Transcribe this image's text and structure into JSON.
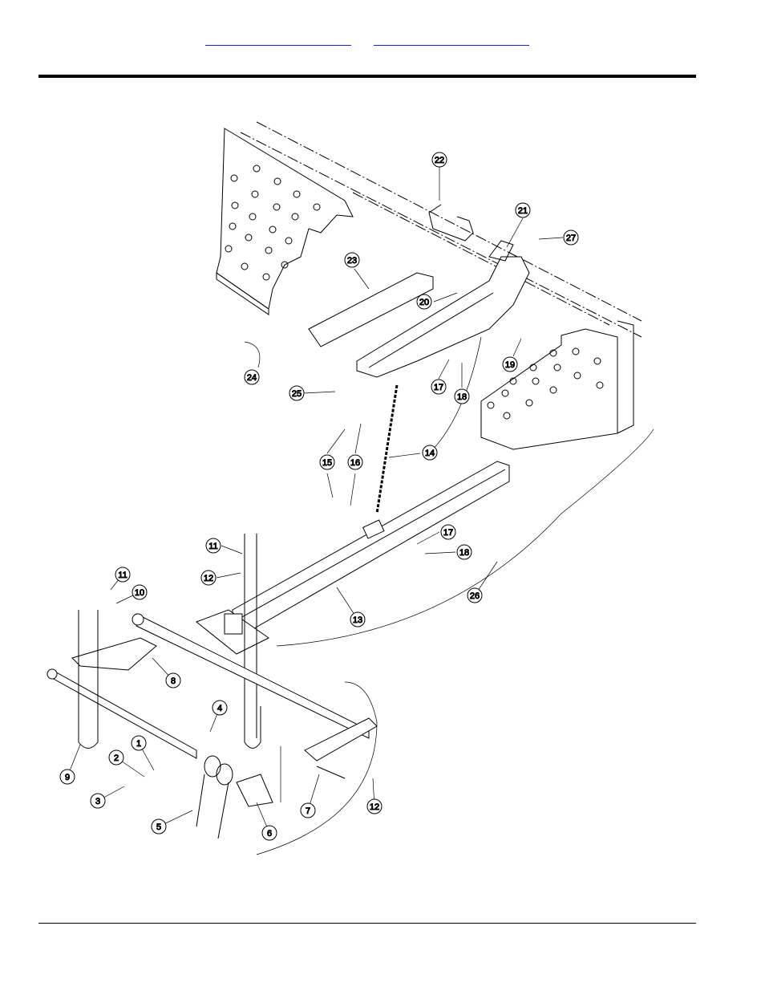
{
  "header": {
    "link_1": "",
    "link_2": ""
  },
  "callouts": [
    {
      "id": "1",
      "label": "1"
    },
    {
      "id": "2",
      "label": "2"
    },
    {
      "id": "3",
      "label": "3"
    },
    {
      "id": "4",
      "label": "4"
    },
    {
      "id": "5",
      "label": "5"
    },
    {
      "id": "6",
      "label": "6"
    },
    {
      "id": "7",
      "label": "7"
    },
    {
      "id": "8",
      "label": "8"
    },
    {
      "id": "9",
      "label": "9"
    },
    {
      "id": "10",
      "label": "10"
    },
    {
      "id": "11a",
      "label": "11"
    },
    {
      "id": "11b",
      "label": "11"
    },
    {
      "id": "12a",
      "label": "12"
    },
    {
      "id": "12b",
      "label": "12"
    },
    {
      "id": "13",
      "label": "13"
    },
    {
      "id": "14",
      "label": "14"
    },
    {
      "id": "15",
      "label": "15"
    },
    {
      "id": "16",
      "label": "16"
    },
    {
      "id": "17a",
      "label": "17"
    },
    {
      "id": "17b",
      "label": "17"
    },
    {
      "id": "18a",
      "label": "18"
    },
    {
      "id": "18b",
      "label": "18"
    },
    {
      "id": "19",
      "label": "19"
    },
    {
      "id": "20",
      "label": "20"
    },
    {
      "id": "21",
      "label": "21"
    },
    {
      "id": "22",
      "label": "22"
    },
    {
      "id": "23",
      "label": "23"
    },
    {
      "id": "24",
      "label": "24"
    },
    {
      "id": "25",
      "label": "25"
    },
    {
      "id": "26",
      "label": "26"
    },
    {
      "id": "27",
      "label": "27"
    }
  ]
}
